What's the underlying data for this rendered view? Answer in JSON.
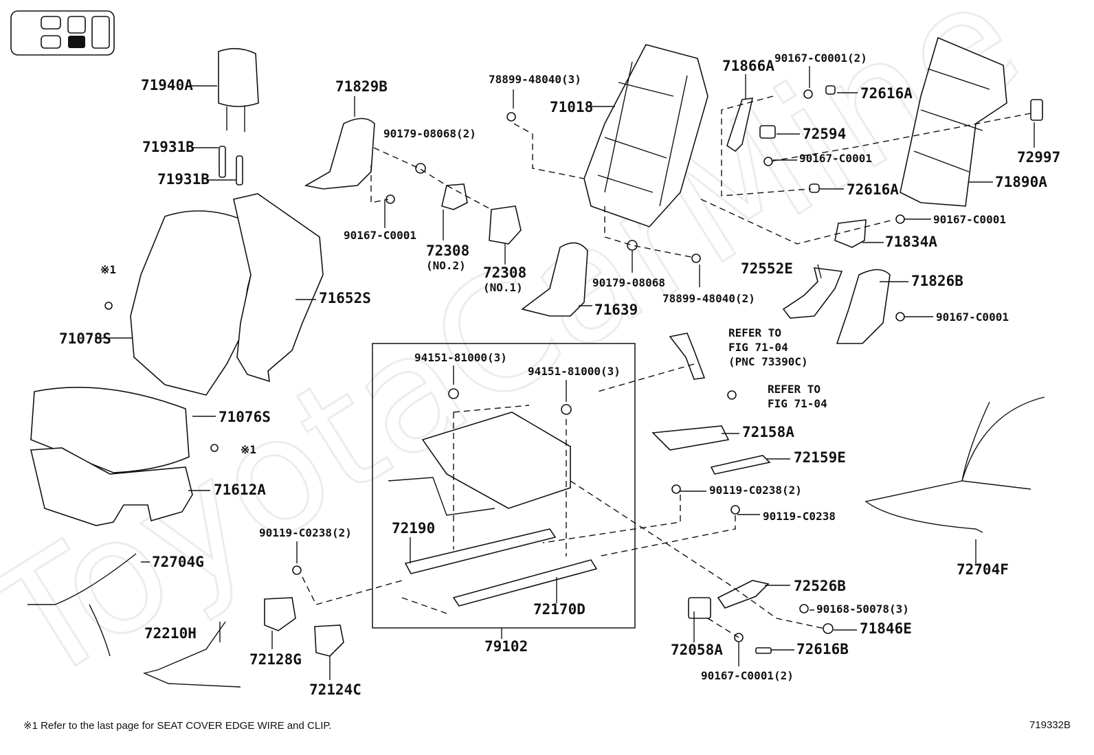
{
  "watermark": "ToyotaCarMine",
  "labels": [
    {
      "text": "71940A"
    },
    {
      "text": "71931B"
    },
    {
      "text": "71931B"
    },
    {
      "text": "71829B"
    },
    {
      "text": "90179-08068(2)"
    },
    {
      "text": "90167-C0001"
    },
    {
      "text": "72308"
    },
    {
      "text": "(NO.2)"
    },
    {
      "text": "72308"
    },
    {
      "text": "(NO.1)"
    },
    {
      "text": "78899-48040(3)"
    },
    {
      "text": "71018"
    },
    {
      "text": "71866A"
    },
    {
      "text": "90167-C0001(2)"
    },
    {
      "text": "72616A"
    },
    {
      "text": "72594"
    },
    {
      "text": "90167-C0001"
    },
    {
      "text": "72616A"
    },
    {
      "text": "72997"
    },
    {
      "text": "71890A"
    },
    {
      "text": "90167-C0001"
    },
    {
      "text": "71834A"
    },
    {
      "text": "72552E"
    },
    {
      "text": "71826B"
    },
    {
      "text": "90167-C0001"
    },
    {
      "text": "90179-08068"
    },
    {
      "text": "78899-48040(2)"
    },
    {
      "text": "71639"
    },
    {
      "text": "71652S"
    },
    {
      "text": "※1"
    },
    {
      "text": "71078S"
    },
    {
      "text": "REFER TO"
    },
    {
      "text": "FIG 71-04"
    },
    {
      "text": "(PNC 73390C)"
    },
    {
      "text": "REFER TO"
    },
    {
      "text": "FIG 71-04"
    },
    {
      "text": "94151-81000(3)"
    },
    {
      "text": "94151-81000(3)"
    },
    {
      "text": "71076S"
    },
    {
      "text": "※1"
    },
    {
      "text": "72158A"
    },
    {
      "text": "72159E"
    },
    {
      "text": "90119-C0238(2)"
    },
    {
      "text": "90119-C0238"
    },
    {
      "text": "71612A"
    },
    {
      "text": "72190"
    },
    {
      "text": "90119-C0238(2)"
    },
    {
      "text": "72704G"
    },
    {
      "text": "72526B"
    },
    {
      "text": "90168-50078(3)"
    },
    {
      "text": "72704F"
    },
    {
      "text": "71846E"
    },
    {
      "text": "72170D"
    },
    {
      "text": "72210H"
    },
    {
      "text": "72128G"
    },
    {
      "text": "72058A"
    },
    {
      "text": "72616B"
    },
    {
      "text": "79102"
    },
    {
      "text": "90167-C0001(2)"
    },
    {
      "text": "72124C"
    }
  ],
  "footnote": "※1  Refer to the last page for SEAT COVER EDGE WIRE and CLIP.",
  "illustration_code": "719332B"
}
